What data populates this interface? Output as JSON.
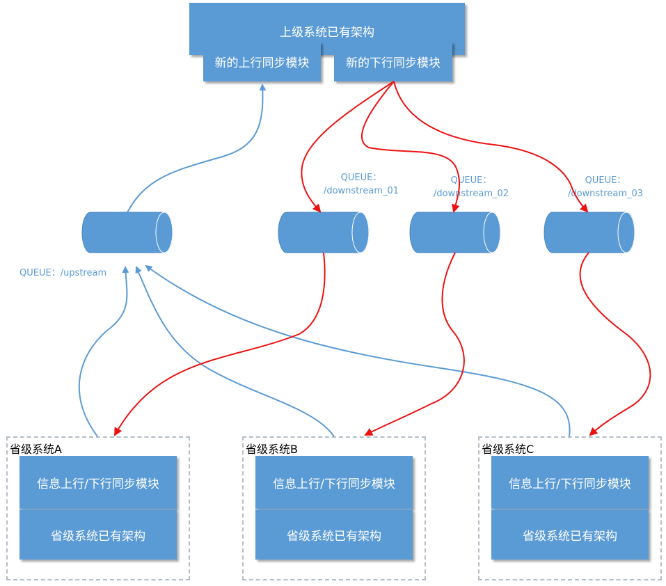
{
  "top_system": {
    "title": "上级系统已有架构",
    "upstream_module": "新的上行同步模块",
    "downstream_module": "新的下行同步模块"
  },
  "queues": {
    "upstream": {
      "label": "QUEUE：/upstream"
    },
    "downstream_01": {
      "label_line1": "QUEUE：",
      "label_line2": "/downstream_01"
    },
    "downstream_02": {
      "label_line1": "QUEUE：",
      "label_line2": "/downstream_02"
    },
    "downstream_03": {
      "label_line1": "QUEUE：",
      "label_line2": "/downstream_03"
    }
  },
  "provinces": [
    {
      "title": "省级系统A",
      "module": "信息上行/下行同步模块",
      "base": "省级系统已有架构"
    },
    {
      "title": "省级系统B",
      "module": "信息上行/下行同步模块",
      "base": "省级系统已有架构"
    },
    {
      "title": "省级系统C",
      "module": "信息上行/下行同步模块",
      "base": "省级系统已有架构"
    }
  ],
  "colors": {
    "box_fill": "#5b9bd5",
    "upstream_arrow": "#5b9bd5",
    "downstream_arrow": "#ee1111",
    "group_border": "#b4bec8"
  }
}
